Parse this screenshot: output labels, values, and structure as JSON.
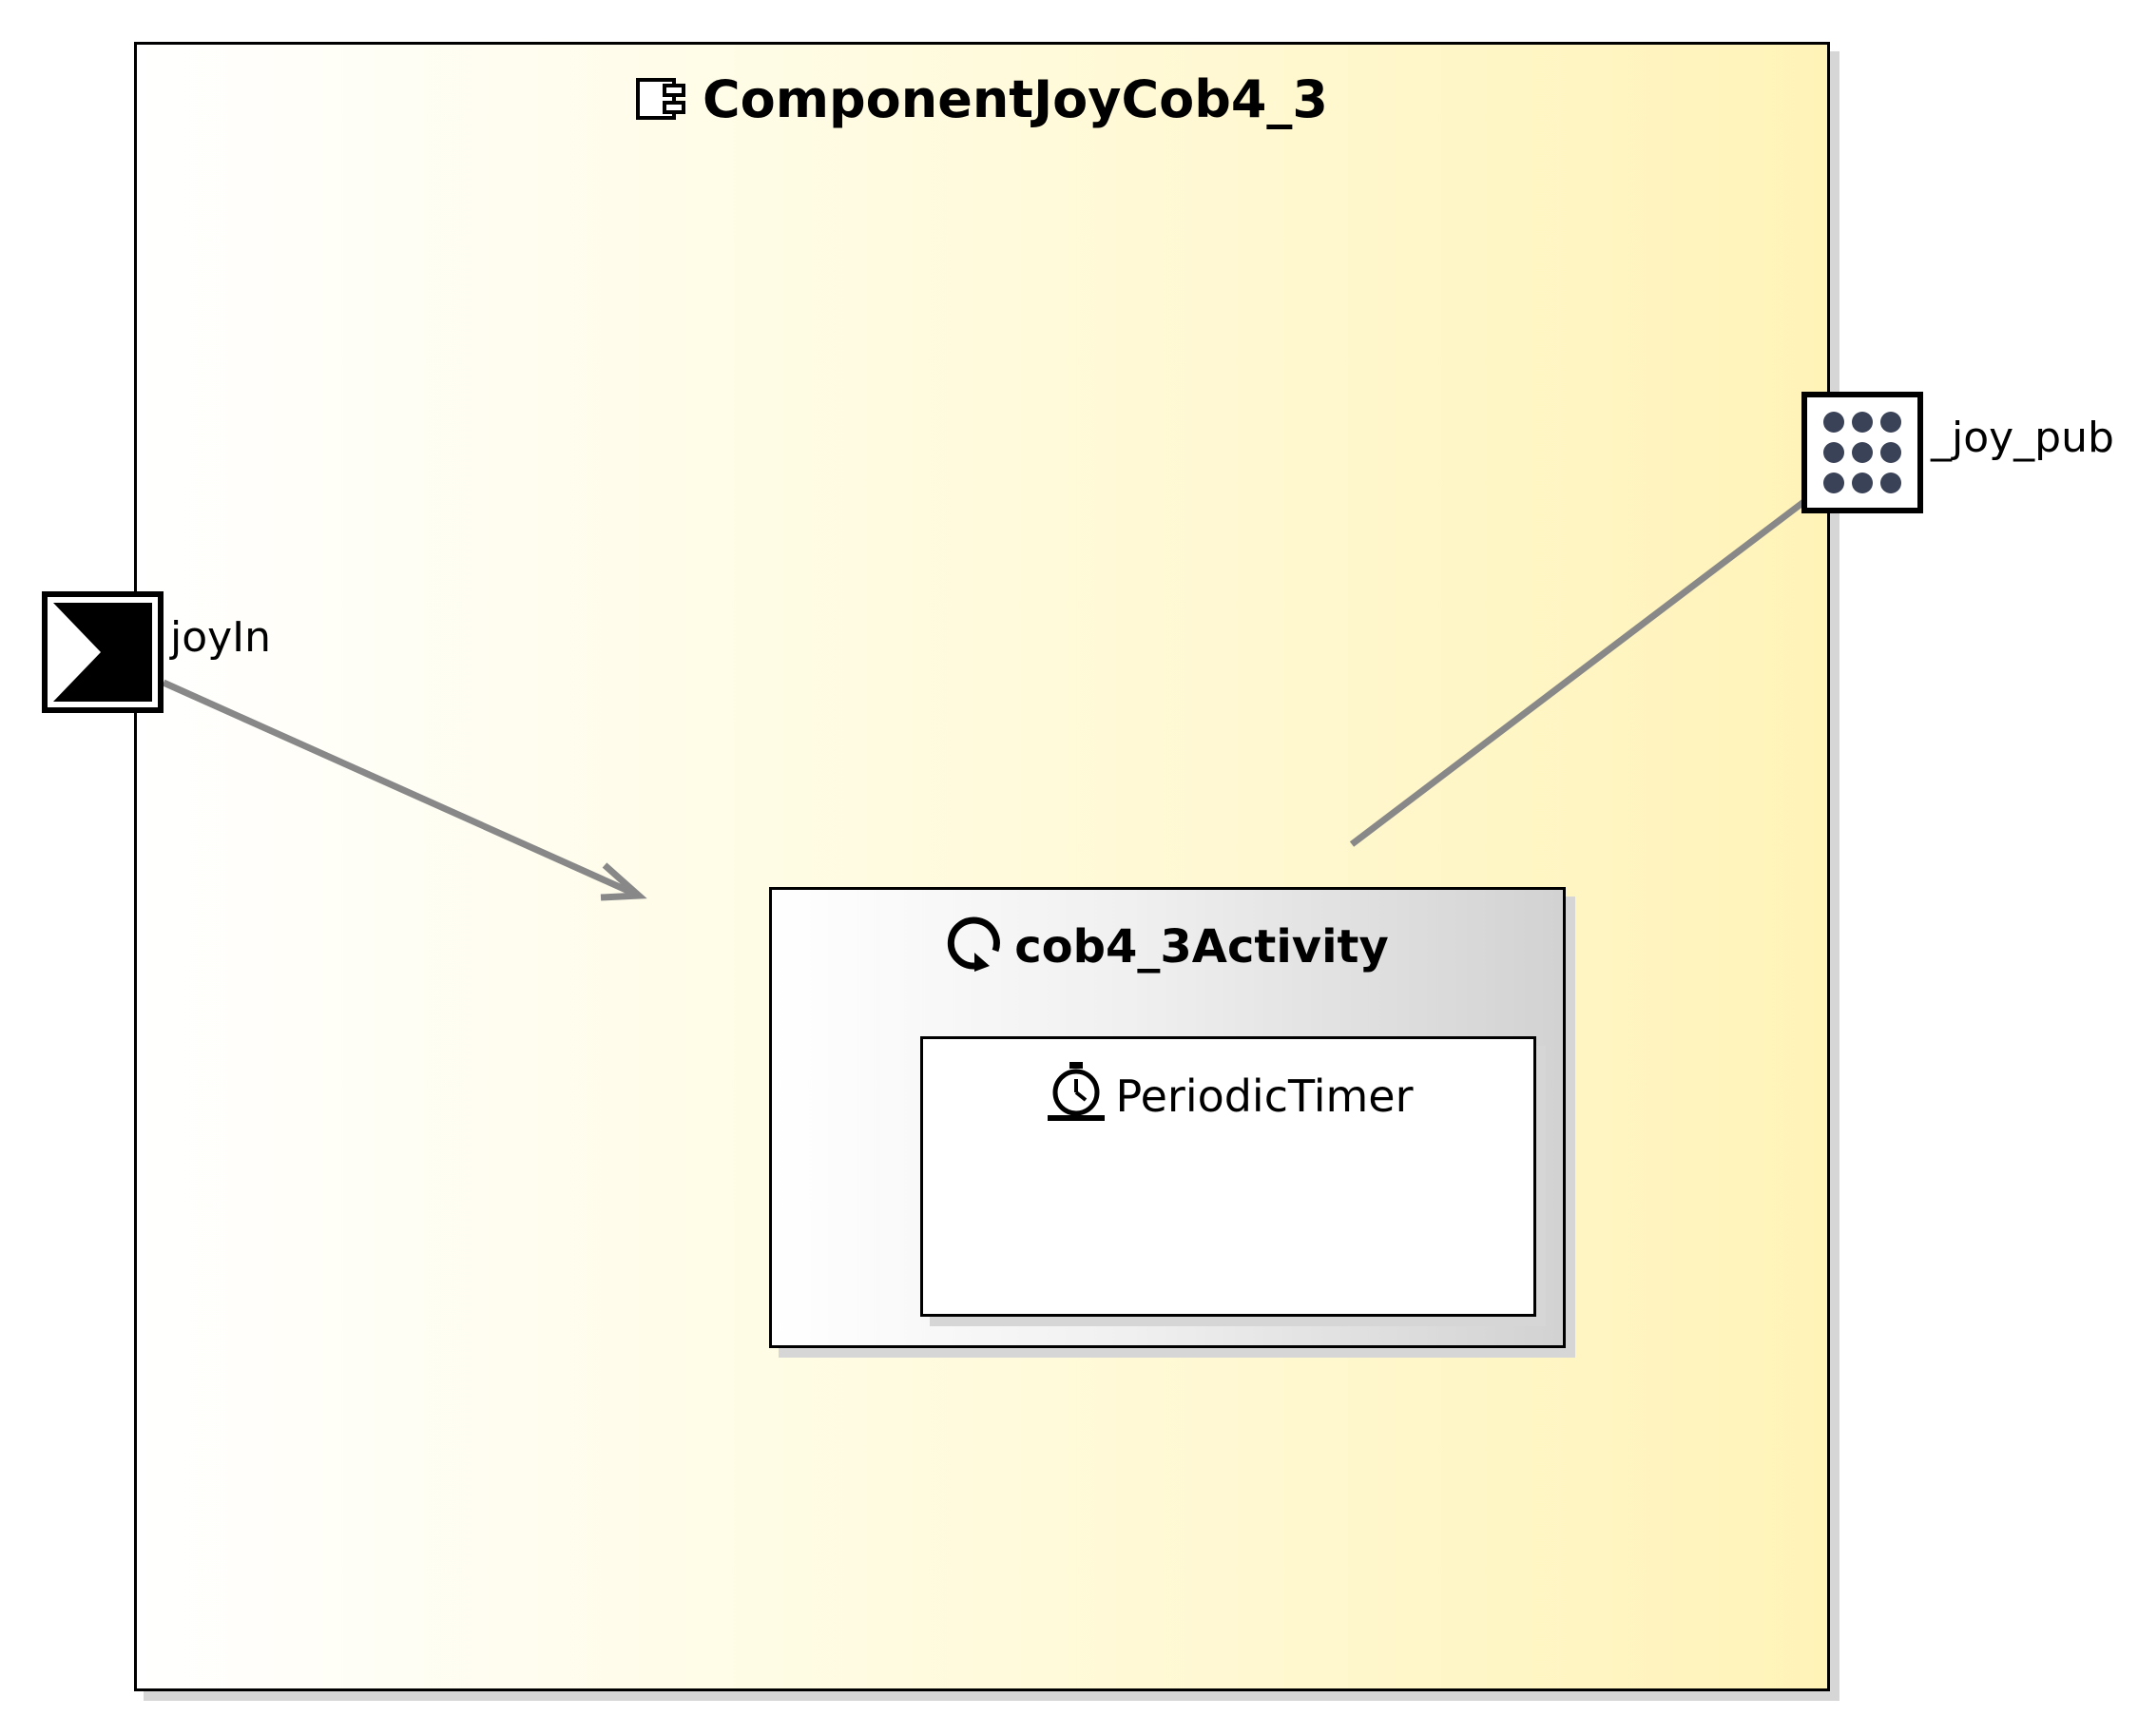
{
  "component": {
    "name": "ComponentJoyCob4_3",
    "icon": "component-icon"
  },
  "activity": {
    "name": "cob4_3Activity",
    "icon": "activity-cycle-icon",
    "timer": {
      "name": "PeriodicTimer",
      "icon": "stopwatch-icon"
    }
  },
  "ports": {
    "input": {
      "name": "joyIn",
      "icon": "input-port-icon"
    },
    "output": {
      "name": "_joy_pub",
      "icon": "publisher-port-icon"
    }
  },
  "connections": [
    {
      "from": "joyIn",
      "to": "cob4_3Activity",
      "arrow": true
    },
    {
      "from": "cob4_3Activity",
      "to": "_joy_pub",
      "arrow": false
    }
  ],
  "colors": {
    "component_gradient_start": "#ffffff",
    "component_gradient_end": "#fff3b8",
    "activity_gradient_end": "#d2d2d2",
    "connector": "#888888",
    "port_dots": "#3a4257"
  }
}
